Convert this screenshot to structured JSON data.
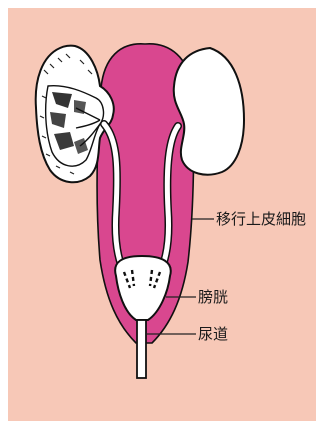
{
  "colors": {
    "background": "#f7c8b7",
    "epithelium": "#d9478f",
    "organ_fill": "#ffffff",
    "outline": "#111111",
    "leader": "#222222"
  },
  "labels": {
    "transitional_epithelium": "移行上皮細胞",
    "bladder": "膀胱",
    "urethra": "尿道"
  }
}
